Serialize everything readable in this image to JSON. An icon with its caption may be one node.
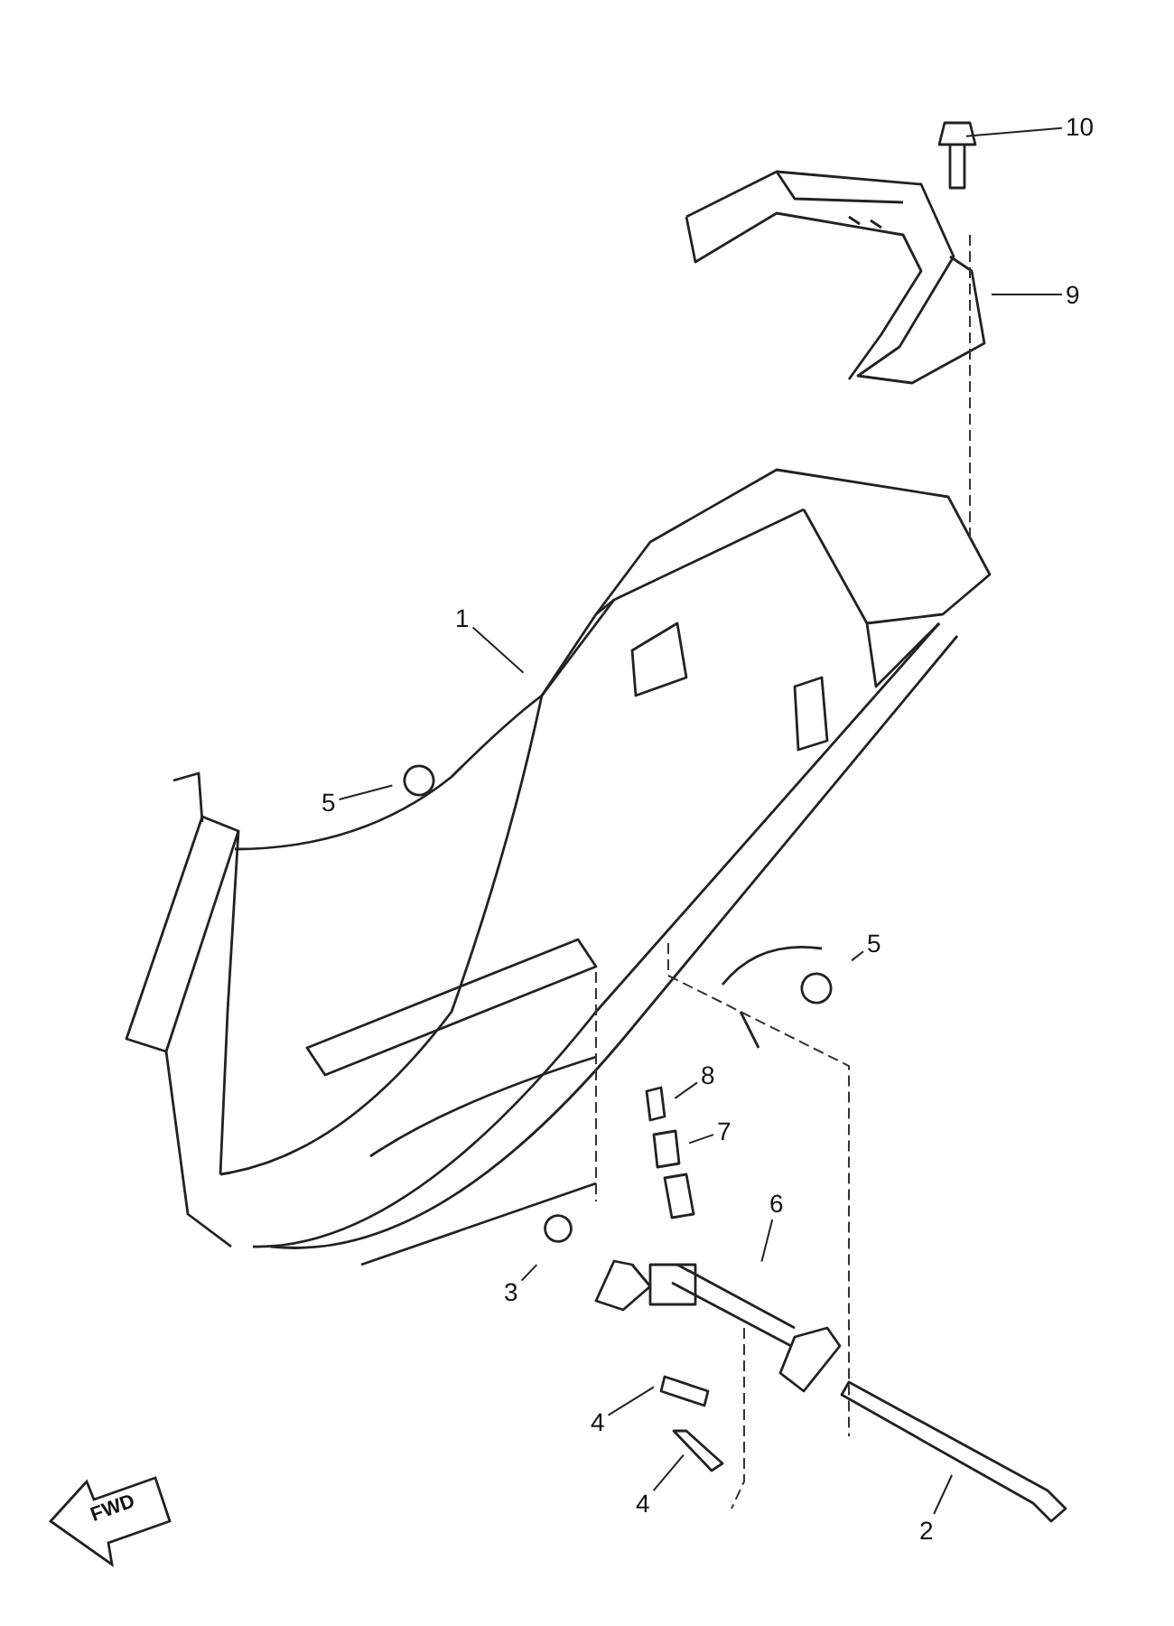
{
  "diagram": {
    "nodes": [
      {
        "text": [
          "10"
        ]
      },
      {
        "text": [
          "9"
        ]
      },
      {
        "text": [
          "1"
        ]
      },
      {
        "text": [
          "5"
        ]
      },
      {
        "text": [
          "5"
        ]
      },
      {
        "text": [
          "8"
        ]
      },
      {
        "text": [
          "7"
        ]
      },
      {
        "text": [
          "6"
        ]
      },
      {
        "text": [
          "3"
        ]
      },
      {
        "text": [
          "4"
        ]
      },
      {
        "text": [
          "4"
        ]
      },
      {
        "text": [
          "2"
        ]
      }
    ],
    "edges": [
      {
        "from": 0,
        "to": null,
        "arrow": "none"
      },
      {
        "from": 1,
        "to": null,
        "arrow": "none"
      },
      {
        "from": 2,
        "to": null,
        "arrow": "none"
      },
      {
        "from": 3,
        "to": null,
        "arrow": "none"
      },
      {
        "from": 4,
        "to": null,
        "arrow": "none"
      },
      {
        "from": 5,
        "to": null,
        "arrow": "none"
      },
      {
        "from": 6,
        "to": null,
        "arrow": "none"
      },
      {
        "from": 7,
        "to": null,
        "arrow": "none"
      },
      {
        "from": 8,
        "to": null,
        "arrow": "none"
      },
      {
        "from": 9,
        "to": null,
        "arrow": "none"
      },
      {
        "from": 10,
        "to": null,
        "arrow": "none"
      },
      {
        "from": 11,
        "to": null,
        "arrow": "none"
      }
    ],
    "labels": [
      "FWD"
    ]
  }
}
